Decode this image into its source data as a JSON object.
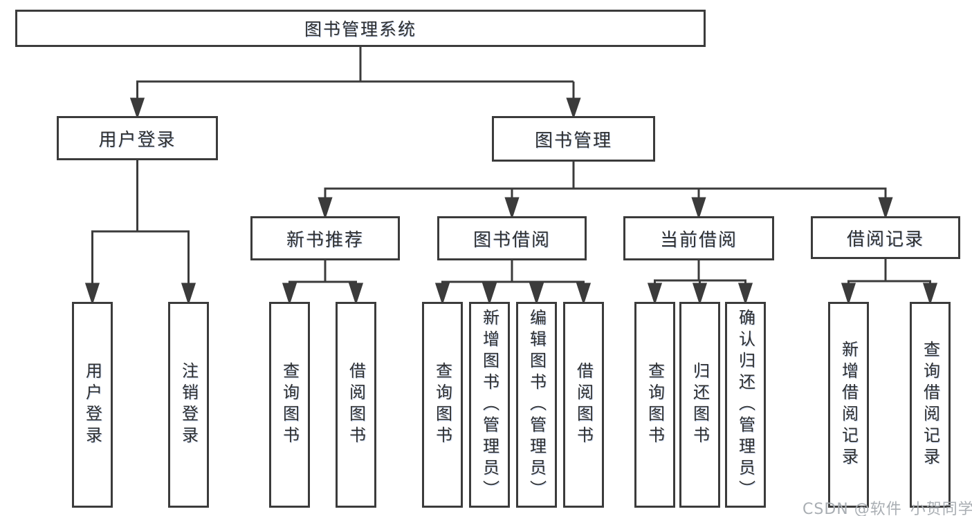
{
  "diagram": {
    "title": "图书管理系统",
    "level2": [
      {
        "label": "用户登录"
      },
      {
        "label": "图书管理"
      }
    ],
    "level3": [
      {
        "label": "新书推荐",
        "parent": "图书管理"
      },
      {
        "label": "图书借阅",
        "parent": "图书管理"
      },
      {
        "label": "当前借阅",
        "parent": "图书管理"
      },
      {
        "label": "借阅记录",
        "parent": "图书管理"
      }
    ],
    "leaves": [
      {
        "label": "用户登录",
        "parent": "用户登录"
      },
      {
        "label": "注销登录",
        "parent": "用户登录"
      },
      {
        "label": "查询图书",
        "parent": "新书推荐"
      },
      {
        "label": "借阅图书",
        "parent": "新书推荐"
      },
      {
        "label": "查询图书",
        "parent": "图书借阅"
      },
      {
        "label": "新增图书（管理员）",
        "parent": "图书借阅"
      },
      {
        "label": "编辑图书（管理员）",
        "parent": "图书借阅"
      },
      {
        "label": "借阅图书",
        "parent": "图书借阅"
      },
      {
        "label": "查询图书",
        "parent": "当前借阅"
      },
      {
        "label": "归还图书",
        "parent": "当前借阅"
      },
      {
        "label": "确认归还（管理员）",
        "parent": "当前借阅"
      },
      {
        "label": "新增借阅记录",
        "parent": "借阅记录"
      },
      {
        "label": "查询借阅记录",
        "parent": "借阅记录"
      }
    ]
  },
  "watermark": {
    "text": "CSDN @软件_小贺同学"
  },
  "colors": {
    "line": "#3b3b3b",
    "text": "#2f2f2f",
    "watermark": "#a9aeb3",
    "background": "#ffffff"
  }
}
